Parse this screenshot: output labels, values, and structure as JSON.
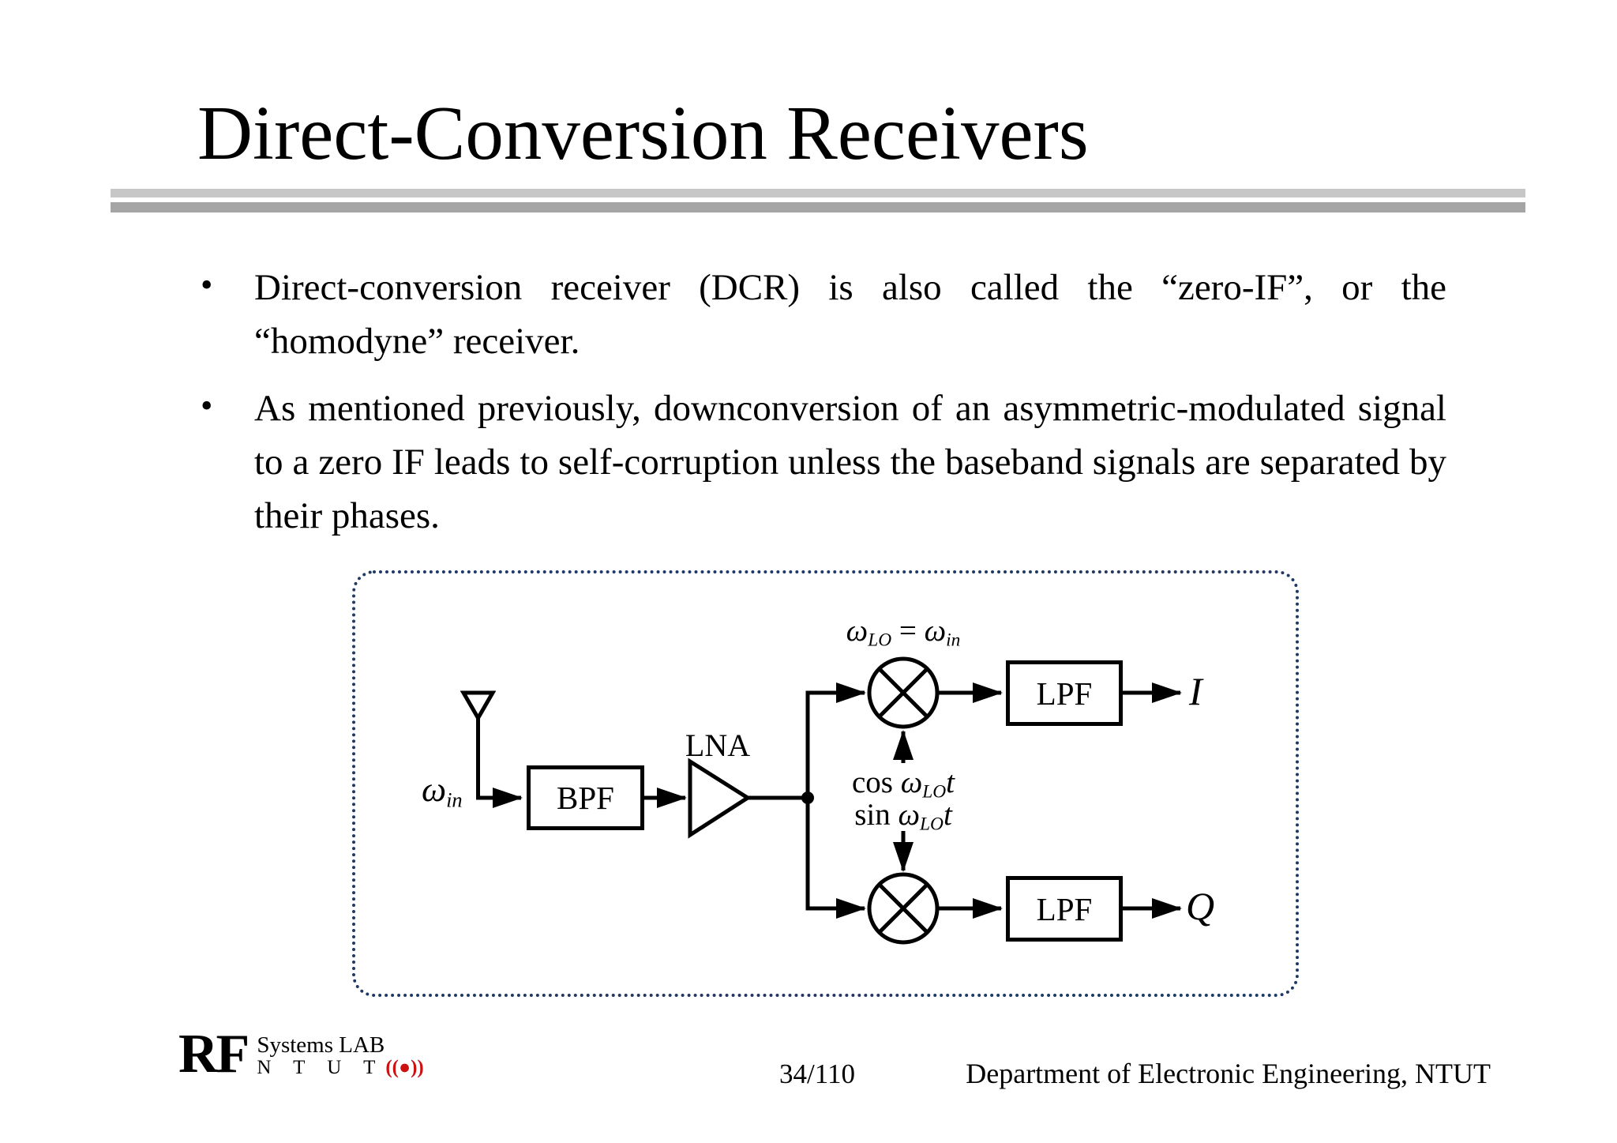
{
  "header": {
    "title": "Direct-Conversion Receivers"
  },
  "content": {
    "bullet_glyph": "•",
    "bullets": [
      "Direct-conversion receiver (DCR) is also called the “zero-IF”, or the “homodyne” receiver.",
      "As mentioned previously, downconversion of an asymmetric-modulated signal to a zero IF leads to self-corruption unless the baseband signals are separated by their phases."
    ]
  },
  "diagram": {
    "border_color": "#1F3864",
    "input_label": {
      "omega": "ω",
      "sub": "in"
    },
    "bpf_label": "BPF",
    "lna_label": "LNA",
    "lo_condition": {
      "omega1": "ω",
      "sub1": "LO",
      "equals": "=",
      "omega2": "ω",
      "sub2": "in"
    },
    "lo_cos": {
      "fn": "cos",
      "omega": "ω",
      "sub": "LO",
      "t": "t"
    },
    "lo_sin": {
      "fn": "sin",
      "omega": "ω",
      "sub": "LO",
      "t": "t"
    },
    "lpf_top_label": "LPF",
    "lpf_bottom_label": "LPF",
    "output_top": "I",
    "output_bottom": "Q"
  },
  "footer": {
    "logo_rf": "RF",
    "logo_line1": "Systems LAB",
    "logo_line2": "N T U T",
    "logo_radio": "((●))",
    "logo_radio_color": "#CC1111",
    "page_number": "34/110",
    "department": "Department of Electronic Engineering, NTUT"
  },
  "divider": {
    "light_color": "#C7C7C7",
    "dark_color": "#A5A5A5"
  }
}
